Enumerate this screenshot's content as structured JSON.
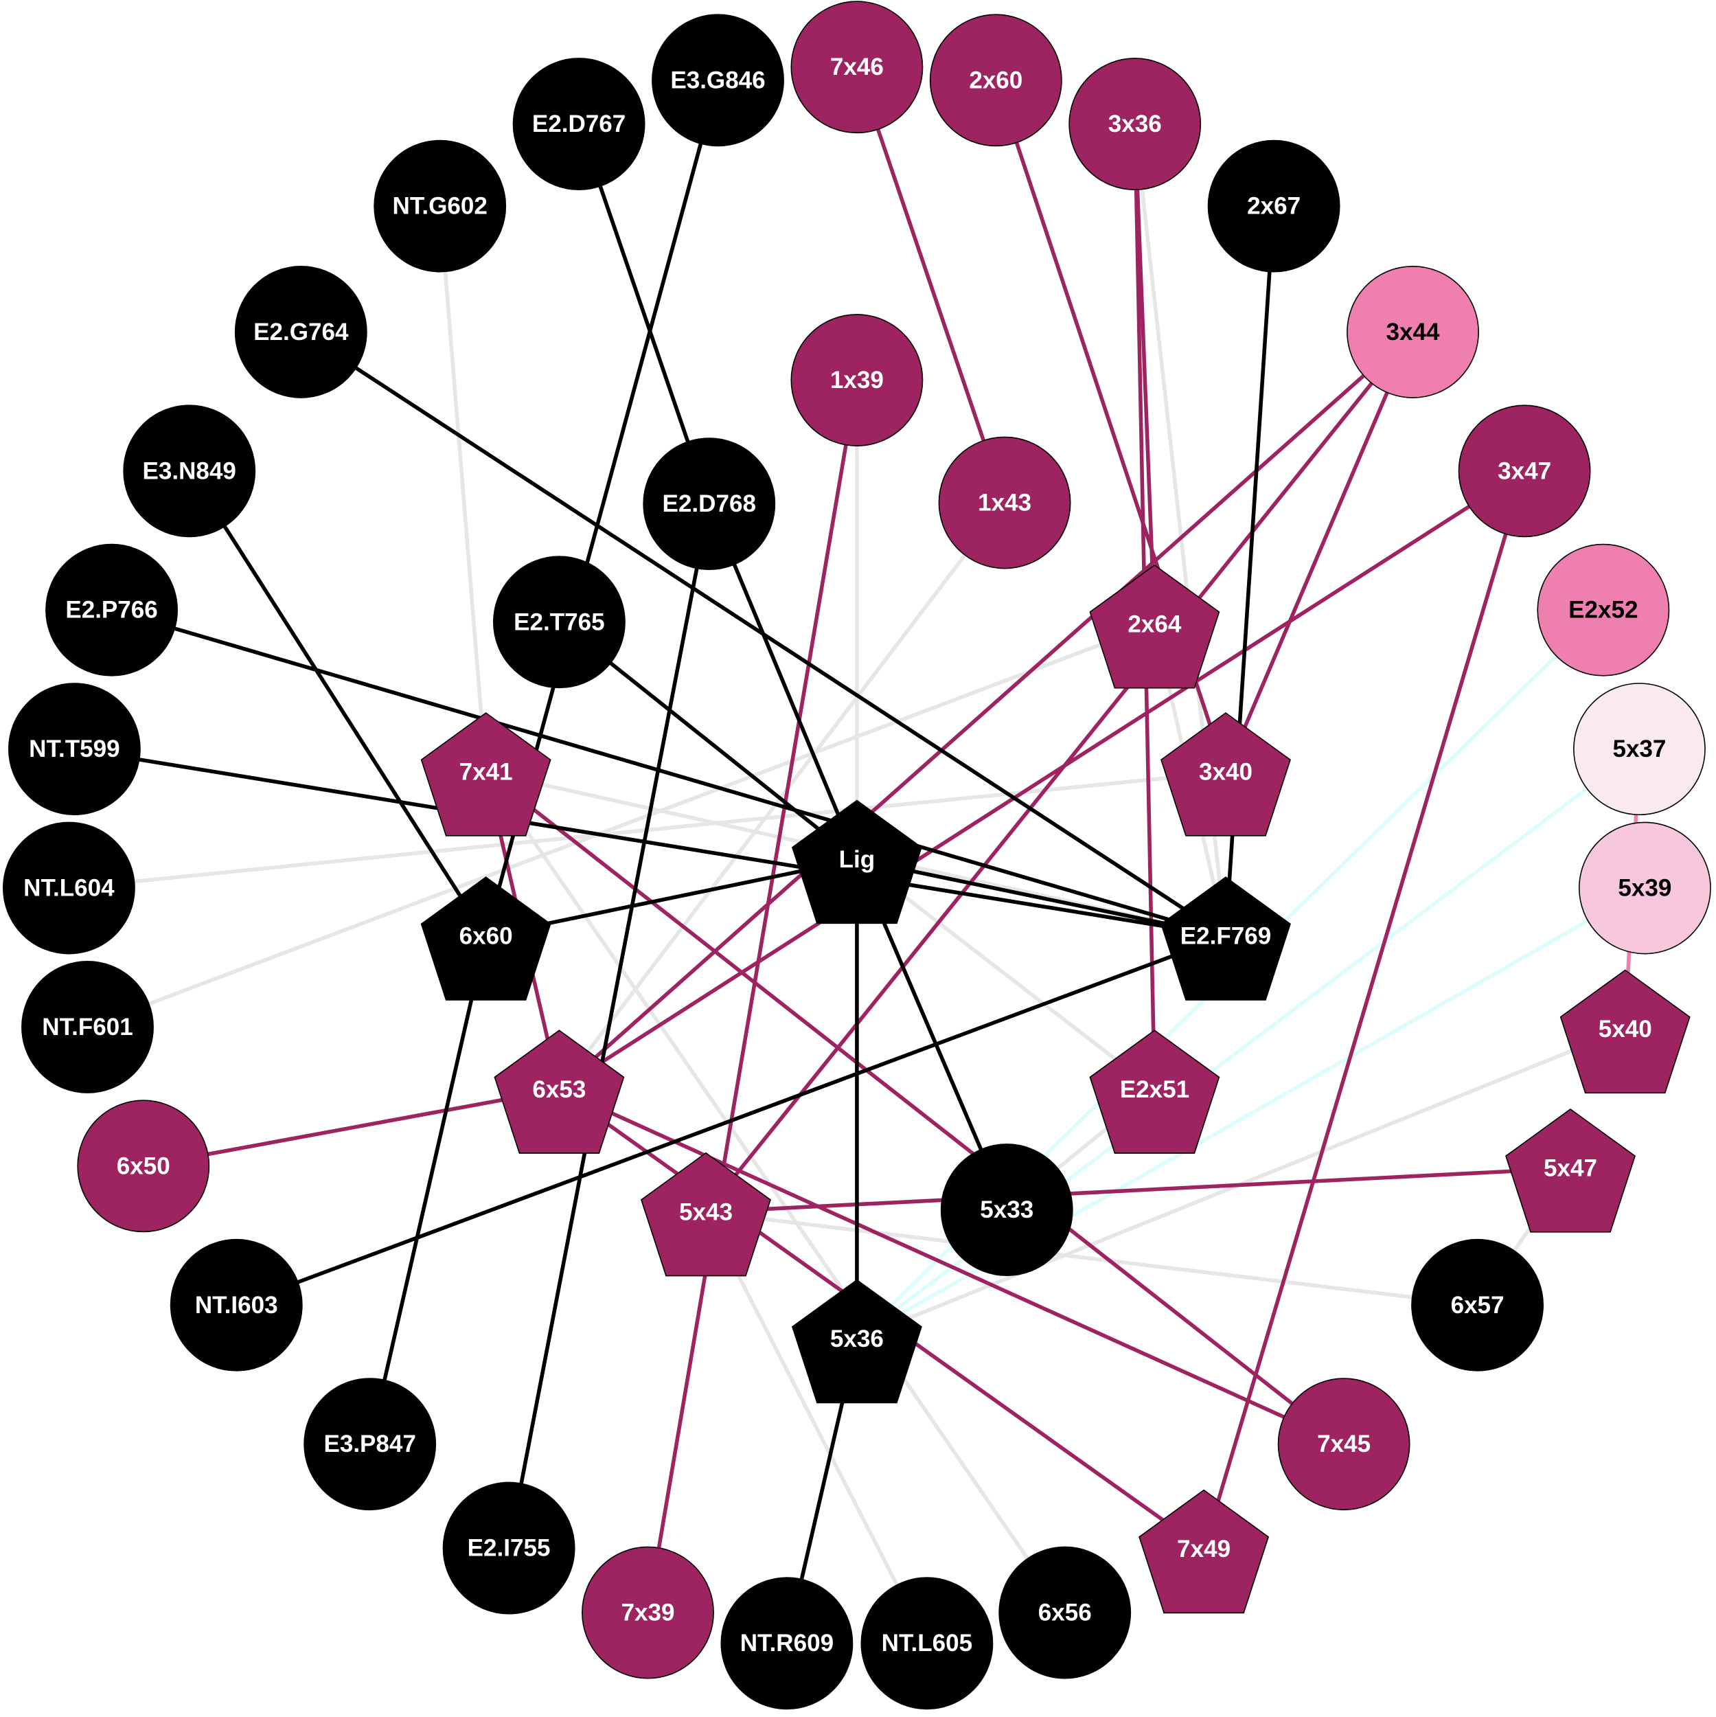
{
  "colors": {
    "black": "#000000",
    "magenta": "#9e2461",
    "pink": "#ef7fae",
    "lightpink": "#f7c7dc",
    "palepink": "#fbe9f1",
    "gray_edge": "#e6e6e6",
    "cyan_edge": "#ddfdfd"
  },
  "nodes": [
    {
      "id": "E3.G846",
      "shape": "circle",
      "color": "black"
    },
    {
      "id": "7x46",
      "shape": "circle",
      "color": "magenta"
    },
    {
      "id": "2x60",
      "shape": "circle",
      "color": "magenta"
    },
    {
      "id": "3x36",
      "shape": "circle",
      "color": "magenta"
    },
    {
      "id": "E2.D767",
      "shape": "circle",
      "color": "black"
    },
    {
      "id": "NT.G602",
      "shape": "circle",
      "color": "black"
    },
    {
      "id": "2x67",
      "shape": "circle",
      "color": "black"
    },
    {
      "id": "E2.G764",
      "shape": "circle",
      "color": "black"
    },
    {
      "id": "3x44",
      "shape": "circle",
      "color": "pink"
    },
    {
      "id": "1x39",
      "shape": "circle",
      "color": "magenta"
    },
    {
      "id": "E3.N849",
      "shape": "circle",
      "color": "black"
    },
    {
      "id": "3x47",
      "shape": "circle",
      "color": "magenta"
    },
    {
      "id": "1x43",
      "shape": "circle",
      "color": "magenta"
    },
    {
      "id": "E2.D768",
      "shape": "circle",
      "color": "black"
    },
    {
      "id": "E2.P766",
      "shape": "circle",
      "color": "black"
    },
    {
      "id": "E2.T765",
      "shape": "circle",
      "color": "black"
    },
    {
      "id": "E2x52",
      "shape": "circle",
      "color": "pink"
    },
    {
      "id": "NT.T599",
      "shape": "circle",
      "color": "black"
    },
    {
      "id": "5x37",
      "shape": "circle",
      "color": "palepink"
    },
    {
      "id": "NT.L604",
      "shape": "circle",
      "color": "black"
    },
    {
      "id": "5x39",
      "shape": "circle",
      "color": "lightpink"
    },
    {
      "id": "NT.F601",
      "shape": "circle",
      "color": "black"
    },
    {
      "id": "6x50",
      "shape": "circle",
      "color": "magenta"
    },
    {
      "id": "5x33",
      "shape": "circle",
      "color": "black"
    },
    {
      "id": "NT.I603",
      "shape": "circle",
      "color": "black"
    },
    {
      "id": "6x57",
      "shape": "circle",
      "color": "black"
    },
    {
      "id": "E3.P847",
      "shape": "circle",
      "color": "black"
    },
    {
      "id": "7x45",
      "shape": "circle",
      "color": "magenta"
    },
    {
      "id": "E2.I755",
      "shape": "circle",
      "color": "black"
    },
    {
      "id": "7x39",
      "shape": "circle",
      "color": "magenta"
    },
    {
      "id": "NT.R609",
      "shape": "circle",
      "color": "black"
    },
    {
      "id": "NT.L605",
      "shape": "circle",
      "color": "black"
    },
    {
      "id": "6x56",
      "shape": "circle",
      "color": "black"
    },
    {
      "id": "7x41",
      "shape": "pentagon",
      "color": "magenta"
    },
    {
      "id": "Lig",
      "shape": "pentagon",
      "color": "black"
    },
    {
      "id": "6x60",
      "shape": "pentagon",
      "color": "black"
    },
    {
      "id": "E2.F769",
      "shape": "pentagon",
      "color": "black"
    },
    {
      "id": "2x64",
      "shape": "pentagon",
      "color": "magenta"
    },
    {
      "id": "3x40",
      "shape": "pentagon",
      "color": "magenta"
    },
    {
      "id": "6x53",
      "shape": "pentagon",
      "color": "magenta"
    },
    {
      "id": "E2x51",
      "shape": "pentagon",
      "color": "magenta"
    },
    {
      "id": "5x40",
      "shape": "pentagon",
      "color": "magenta"
    },
    {
      "id": "5x47",
      "shape": "pentagon",
      "color": "magenta"
    },
    {
      "id": "5x43",
      "shape": "pentagon",
      "color": "magenta"
    },
    {
      "id": "5x36",
      "shape": "pentagon",
      "color": "black"
    },
    {
      "id": "7x49",
      "shape": "pentagon",
      "color": "magenta"
    }
  ],
  "edges": [
    [
      "NT.G602",
      "7x41",
      "gray_edge"
    ],
    [
      "NT.L604",
      "3x40",
      "gray_edge"
    ],
    [
      "NT.F601",
      "2x64",
      "gray_edge"
    ],
    [
      "1x39",
      "Lig",
      "gray_edge"
    ],
    [
      "1x43",
      "6x53",
      "gray_edge"
    ],
    [
      "3x36",
      "E2.F769",
      "gray_edge"
    ],
    [
      "2x64",
      "E2.F769",
      "gray_edge"
    ],
    [
      "7x41",
      "E2.F769",
      "gray_edge"
    ],
    [
      "7x41",
      "6x56",
      "gray_edge"
    ],
    [
      "5x43",
      "NT.L605",
      "gray_edge"
    ],
    [
      "5x43",
      "6x57",
      "gray_edge"
    ],
    [
      "5x47",
      "6x57",
      "gray_edge"
    ],
    [
      "5x40",
      "5x36",
      "gray_edge"
    ],
    [
      "Lig",
      "E2x51",
      "gray_edge"
    ],
    [
      "E2x51",
      "5x33",
      "gray_edge"
    ],
    [
      "E2x52",
      "5x36",
      "cyan_edge"
    ],
    [
      "5x37",
      "5x36",
      "cyan_edge"
    ],
    [
      "5x39",
      "5x36",
      "cyan_edge"
    ],
    [
      "5x37",
      "5x40",
      "pink"
    ],
    [
      "7x46",
      "1x43",
      "magenta"
    ],
    [
      "2x60",
      "3x40",
      "magenta"
    ],
    [
      "3x36",
      "2x64",
      "magenta"
    ],
    [
      "3x36",
      "E2x51",
      "magenta"
    ],
    [
      "3x44",
      "6x53",
      "magenta"
    ],
    [
      "3x44",
      "5x43",
      "magenta"
    ],
    [
      "3x44",
      "3x40",
      "magenta"
    ],
    [
      "3x47",
      "6x53",
      "magenta"
    ],
    [
      "3x47",
      "7x49",
      "magenta"
    ],
    [
      "1x39",
      "7x39",
      "magenta"
    ],
    [
      "7x41",
      "6x53",
      "magenta"
    ],
    [
      "7x41",
      "7x45",
      "magenta"
    ],
    [
      "6x50",
      "6x53",
      "magenta"
    ],
    [
      "6x53",
      "7x49",
      "magenta"
    ],
    [
      "6x53",
      "7x45",
      "magenta"
    ],
    [
      "5x43",
      "5x47",
      "magenta"
    ],
    [
      "E3.G846",
      "6x60",
      "black"
    ],
    [
      "E2.D767",
      "E2.D768",
      "black"
    ],
    [
      "E2.D768",
      "Lig",
      "black"
    ],
    [
      "E2.D768",
      "E2.I755",
      "black"
    ],
    [
      "E2.G764",
      "E2.F769",
      "black"
    ],
    [
      "E3.N849",
      "6x60",
      "black"
    ],
    [
      "E2.P766",
      "E2.F769",
      "black"
    ],
    [
      "E2.T765",
      "Lig",
      "black"
    ],
    [
      "NT.T599",
      "E2.F769",
      "black"
    ],
    [
      "2x67",
      "E2.F769",
      "black"
    ],
    [
      "Lig",
      "6x60",
      "black"
    ],
    [
      "Lig",
      "E2.F769",
      "black"
    ],
    [
      "Lig",
      "5x36",
      "black"
    ],
    [
      "Lig",
      "5x33",
      "black"
    ],
    [
      "6x60",
      "E3.P847",
      "black"
    ],
    [
      "E2.F769",
      "NT.I603",
      "black"
    ],
    [
      "5x36",
      "NT.R609",
      "black"
    ]
  ]
}
